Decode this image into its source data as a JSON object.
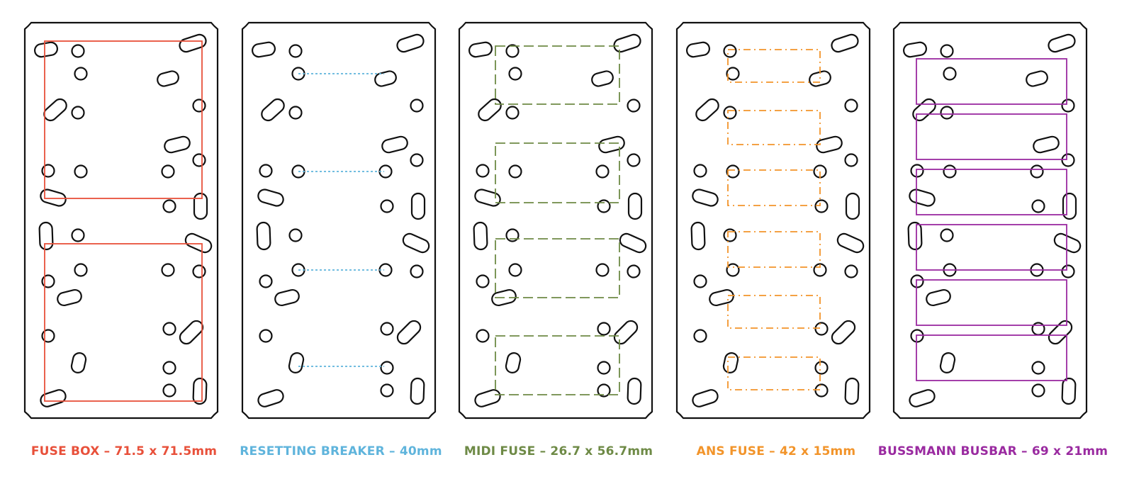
{
  "panels": [
    {
      "id": "fuse-box",
      "caption": "FUSE BOX – 71.5 x 71.5mm",
      "color": "#e8503a",
      "style": "solid",
      "layout": "fusebox"
    },
    {
      "id": "resetting-breaker",
      "caption": "RESETTING BREAKER – 40mm",
      "color": "#5fb4dc",
      "style": "dotted",
      "layout": "breaker"
    },
    {
      "id": "midi-fuse",
      "caption": "MIDI FUSE – 26.7 x 56.7mm",
      "color": "#6e8a46",
      "style": "dashed",
      "layout": "midi"
    },
    {
      "id": "ans-fuse",
      "caption": "ANS FUSE – 42 x 15mm",
      "color": "#f2942a",
      "style": "dashdot",
      "layout": "ans"
    },
    {
      "id": "bussmann-busbar",
      "caption": "BUSSMANN BUSBAR – 69 x 21mm",
      "color": "#9a2aa0",
      "style": "solid",
      "layout": "busbar"
    }
  ]
}
